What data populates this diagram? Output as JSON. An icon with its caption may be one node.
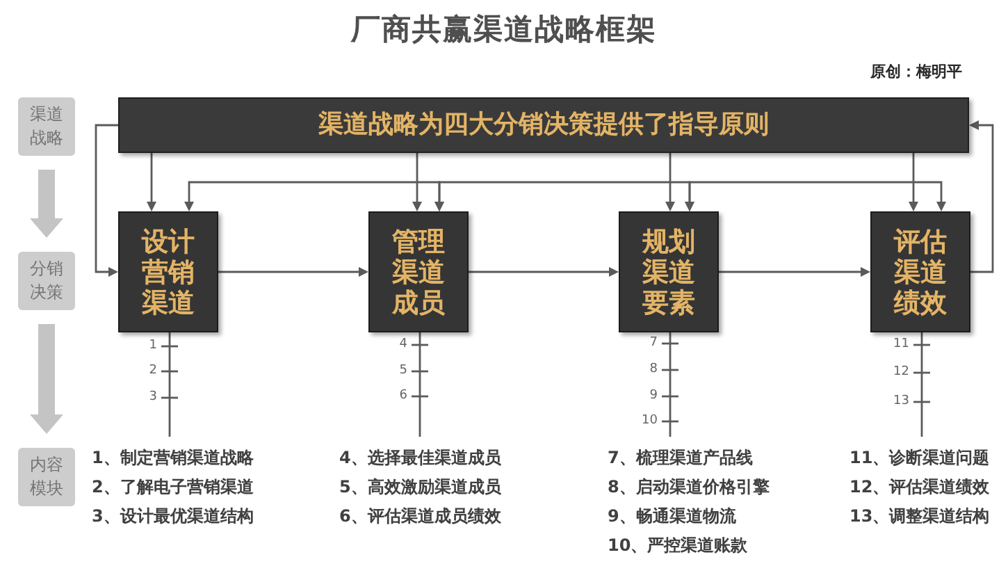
{
  "diagram": {
    "title": "厂商共赢渠道战略框架",
    "nodes": [
      {
        "text": [
          "渠道战略"
        ]
      },
      {
        "text": [
          "分销决策"
        ]
      },
      {
        "text": [
          "内容模块"
        ]
      },
      {
        "text": [
          "渠道战略为四大分销决策提供了指导原则"
        ]
      },
      {
        "text": [
          "设计营销渠道"
        ]
      },
      {
        "text": [
          "管理渠道成员"
        ]
      },
      {
        "text": [
          "规划渠道要素"
        ]
      },
      {
        "text": [
          "评估渠道绩效"
        ]
      },
      {
        "text": [
          "1、制定营销渠道战略",
          "2、了解电子营销渠道",
          "3、设计最优渠道结构"
        ]
      },
      {
        "text": [
          "4、选择最佳渠道成员",
          "5、高效激励渠道成员",
          "6、评估渠道成员绩效"
        ]
      },
      {
        "text": [
          "7、梳理渠道产品线",
          "8、启动渠道价格引擎",
          "9、畅通渠道物流",
          "10、严控渠道账款"
        ]
      },
      {
        "text": [
          "11、诊断渠道问题",
          "12、评估渠道绩效",
          "13、调整渠道结构"
        ]
      }
    ],
    "edges": [
      {
        "from": 0,
        "to": 1,
        "arrow": "to",
        "style": "thick",
        "color": "#c4c4c4"
      },
      {
        "from": 1,
        "to": 2,
        "arrow": "to",
        "style": "thick",
        "color": "#c4c4c4"
      },
      {
        "from": 3,
        "to": 4,
        "arrow": "to"
      },
      {
        "from": 3,
        "to": 4,
        "arrow": "to"
      },
      {
        "from": 3,
        "to": 5,
        "arrow": "to"
      },
      {
        "from": 3,
        "to": 6,
        "arrow": "to"
      },
      {
        "from": 3,
        "to": 7,
        "arrow": "to"
      },
      {
        "from": 4,
        "to": 5,
        "arrow": "to"
      },
      {
        "from": 5,
        "to": 6,
        "arrow": "to"
      },
      {
        "from": 6,
        "to": 7,
        "arrow": "to"
      },
      {
        "from": 7,
        "to": 3,
        "arrow": "to"
      },
      {
        "from": 4,
        "to": 5,
        "arrow": "both"
      },
      {
        "from": 5,
        "to": 6,
        "arrow": "both"
      },
      {
        "from": 6,
        "to": 7,
        "arrow": "both"
      },
      {
        "from": 4,
        "to": 8,
        "arrow": "none"
      },
      {
        "from": 5,
        "to": 9,
        "arrow": "none"
      },
      {
        "from": 6,
        "to": 10,
        "arrow": "none"
      },
      {
        "from": 7,
        "to": 11,
        "arrow": "none"
      }
    ],
    "labels": [
      "原创：梅明平",
      "1",
      "2",
      "3",
      "4",
      "5",
      "6",
      "7",
      "8",
      "9",
      "10",
      "11",
      "12",
      "13"
    ]
  }
}
